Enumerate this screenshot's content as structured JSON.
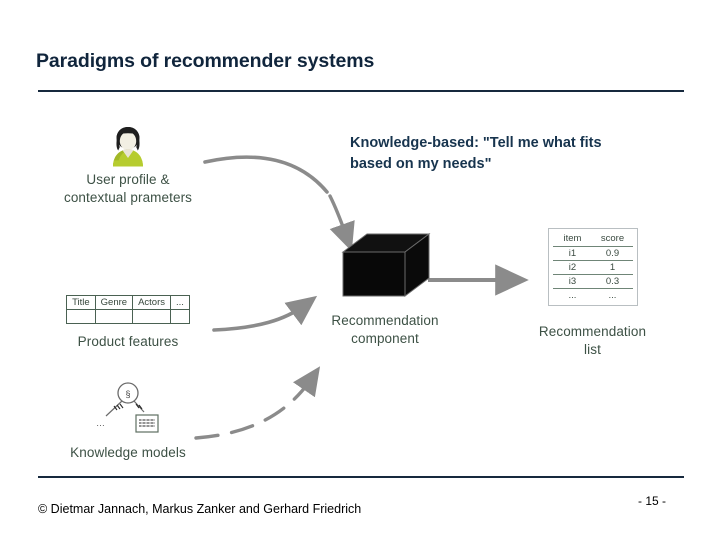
{
  "slide": {
    "title": "Paradigms of recommender systems",
    "page_number": "- 15 -",
    "copyright": "© Dietmar Jannach, Markus Zanker and Gerhard Friedrich",
    "title_color": "#10253c",
    "rule_color": "#16293d",
    "label_color": "#3d5145",
    "arrow_color": "#8b8b8b",
    "accent_avatar_color": "#b2cc34"
  },
  "callout": {
    "line1": "Knowledge-based: \"Tell me what fits",
    "line2": "based on my needs\""
  },
  "diagram": {
    "user_profile": {
      "icon": "user-avatar-icon",
      "label_line1": "User profile &",
      "label_line2": "contextual prameters"
    },
    "product_features": {
      "label": "Product features",
      "table": {
        "headers": [
          "Title",
          "Genre",
          "Actors",
          "..."
        ],
        "rows": [
          [
            "",
            "",
            "",
            ""
          ]
        ]
      }
    },
    "knowledge_models": {
      "icon": "knowledge-graph-icon",
      "label": "Knowledge models",
      "ellipsis": "..."
    },
    "recommendation_component": {
      "icon": "black-box-icon",
      "label_line1": "Recommendation",
      "label_line2": "component"
    },
    "recommendation_list": {
      "label_line1": "Recommendation",
      "label_line2": "list",
      "table": {
        "headers": [
          "item",
          "score"
        ],
        "rows": [
          [
            "i1",
            "0.9"
          ],
          [
            "i2",
            "1"
          ],
          [
            "i3",
            "0.3"
          ],
          [
            "...",
            "..."
          ]
        ]
      }
    },
    "arrows": [
      {
        "name": "arrow-user-to-component",
        "style": "solid"
      },
      {
        "name": "arrow-features-to-component",
        "style": "solid"
      },
      {
        "name": "arrow-knowledge-to-component",
        "style": "dashed"
      },
      {
        "name": "arrow-component-to-list",
        "style": "solid"
      }
    ]
  }
}
